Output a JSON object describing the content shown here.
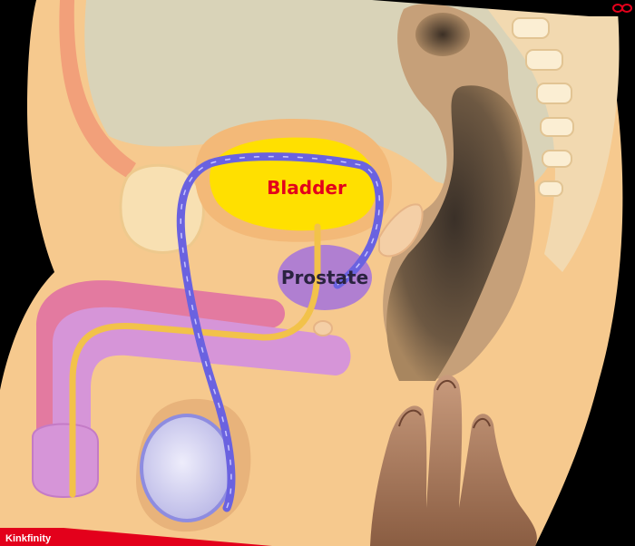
{
  "labels": {
    "bladder": "Bladder",
    "prostate": "Prostate"
  },
  "branding": {
    "name": "Kinkfinity",
    "logo_icon": "infinity-icon"
  },
  "colors": {
    "background": "#000000",
    "skin": "#f6c98e",
    "bladder_fill": "#ffe000",
    "bladder_label": "#e3001b",
    "prostate_fill": "#b07fd1",
    "prostate_label": "#2a2340",
    "urethra": "#f2c24a",
    "vas_deferens": "#6a62e0",
    "testis": "#d9d8f4",
    "penis_outer": "#e37aa0",
    "penis_inner": "#d695d8",
    "rectum": "#8b6f52",
    "brand_red": "#e3001b"
  }
}
